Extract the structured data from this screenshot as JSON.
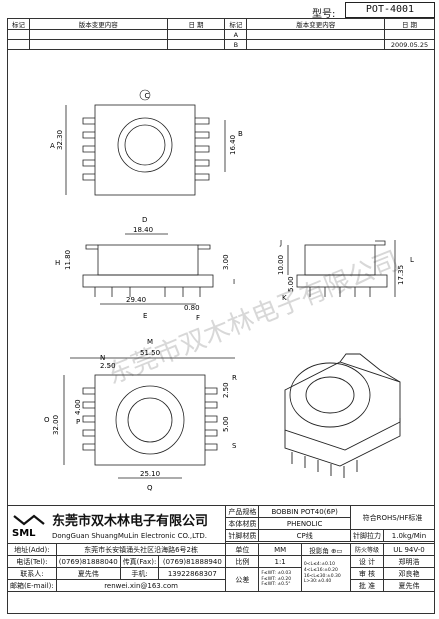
{
  "header": {
    "model_label": "型号:",
    "model_value": "POT-4001",
    "revision_table": {
      "headers": [
        "标记",
        "版本变更内容",
        "日 期",
        "标记",
        "版本变更内容",
        "日 期"
      ],
      "rows": [
        {
          "left_mark": "",
          "left_content": "",
          "left_date": "",
          "right_mark": "A",
          "right_content": "",
          "right_date": ""
        },
        {
          "left_mark": "",
          "left_content": "",
          "left_date": "",
          "right_mark": "B",
          "right_content": "",
          "right_date": "2009.05.25"
        }
      ]
    }
  },
  "drawing": {
    "watermark": "东莞市双木林电子有限公司",
    "top_view": {
      "circle_c": "C",
      "dim_a": "A",
      "dim_a_value": "32.30",
      "dim_b": "B",
      "dim_b_value": "16.40"
    },
    "front_view": {
      "dim_d": "D",
      "dim_d_value": "18.40",
      "dim_h": "H",
      "dim_h_value": "11.80",
      "dim_e": "E",
      "dim_e_value": "29.40",
      "dim_f": "F",
      "dim_f_value": "0.80",
      "dim_i": "I",
      "dim_i_value": "3.00"
    },
    "side_view": {
      "dim_j": "J",
      "dim_j_value": "10.00",
      "dim_k": "K",
      "dim_k_value": "5.00",
      "dim_l": "L",
      "dim_l_value": "17.35"
    },
    "bottom_view": {
      "dim_m": "M",
      "dim_m_value": "51.50",
      "dim_n": "N",
      "dim_n_value": "2.50",
      "dim_o": "O",
      "dim_o_value": "32.00",
      "dim_p": "P",
      "dim_p_value": "4.00",
      "dim_q": "Q",
      "dim_q_value": "25.10",
      "dim_r": "R",
      "dim_r_value": "2.50",
      "dim_s": "S",
      "dim_s_value": "5.00"
    }
  },
  "title_block": {
    "company_cn": "东莞市双木林电子有限公司",
    "company_en": "DongGuan ShuangMuLin Electronic CO.,LTD.",
    "logo_text": "SML",
    "product_spec_label": "产品规格",
    "product_spec_value": "BOBBIN POT40(6P)",
    "body_material_label": "本体材质",
    "body_material_value": "PHENOLIC",
    "pin_material_label": "针脚材质",
    "pin_material_value": "CP线",
    "compliance": "符合ROHS/HF标准",
    "pin_pull_label": "针脚拉力",
    "pin_pull_value": "1.0kg/Min",
    "address_label": "地址(Add):",
    "address_value": "东莞市长安镇涌头社区沿海路6号2栋",
    "unit_label": "单位",
    "unit_value": "MM",
    "projection_label": "投影角",
    "flame_label": "防火等级",
    "flame_value": "UL 94V-0",
    "tel_label": "电话(Tel):",
    "tel_value": "(0769)81888040",
    "fax_label": "传真(Fax):",
    "fax_value": "(0769)81888940",
    "scale_label": "比例",
    "scale_value": "1:1",
    "design_label": "设 计",
    "design_value": "郑明浩",
    "contact_label": "联系人:",
    "contact_value": "夏先伟",
    "mobile_label": "手机:",
    "mobile_value": "13922868307",
    "tolerance_label": "公差",
    "tol_lines": [
      "0<L≤4:±0.10",
      "4<L≤16:±0.20",
      "16<L≤30:±0.30",
      "L>30:±0.40"
    ],
    "tol_lines2": [
      "F≤WT: ±0.03",
      "F≤WT: ±0.20",
      "F≤WT: ±0.5°"
    ],
    "check_label": "审 核",
    "check_value": "邓良艳",
    "email_label": "邮箱(E-mail):",
    "email_value": "renwei.xin@163.com",
    "approve_label": "批 准",
    "approve_value": "夏先伟"
  }
}
